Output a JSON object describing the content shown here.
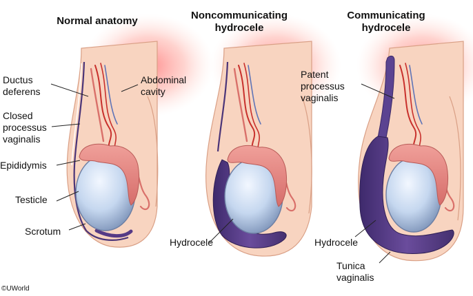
{
  "panels": [
    {
      "title": [
        "Normal anatomy"
      ],
      "labels": {
        "ductus_deferens": [
          "Ductus",
          "deferens"
        ],
        "abdominal_cavity": [
          "Abdominal",
          "cavity"
        ],
        "closed_processus_vaginalis": [
          "Closed",
          "processus",
          "vaginalis"
        ],
        "epididymis": "Epididymis",
        "testicle": "Testicle",
        "scrotum": "Scrotum"
      }
    },
    {
      "title": [
        "Noncommunicating",
        "hydrocele"
      ],
      "labels": {
        "hydrocele": "Hydrocele"
      }
    },
    {
      "title": [
        "Communicating",
        "hydrocele"
      ],
      "labels": {
        "patent_processus_vaginalis": [
          "Patent",
          "processus",
          "vaginalis"
        ],
        "hydrocele": "Hydrocele",
        "tunica_vaginalis": [
          "Tunica",
          "vaginalis"
        ]
      }
    }
  ],
  "copyright": "©UWorld",
  "colors": {
    "scrotum_skin": "#f8d2bd",
    "skin_outline": "#d89d82",
    "abdominal_glow": "#ff8f8f",
    "testicle_fill": "#c4d6ee",
    "epididymis": "#e78a86",
    "vessel": "#c8302c",
    "vein": "#5f74b7",
    "fluid": "#553a86"
  }
}
